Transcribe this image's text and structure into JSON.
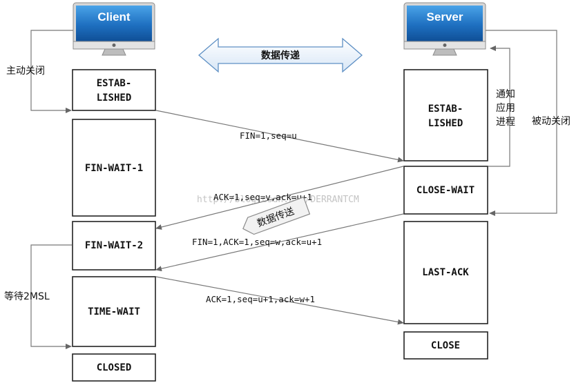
{
  "client": {
    "label": "Client"
  },
  "server": {
    "label": "Server"
  },
  "data_transfer_top": "数据传递",
  "data_transfer_mid": "数据传送",
  "watermark": "http://blog.csdn.net/DERRANTCM",
  "client_states": [
    {
      "lines": [
        "ESTAB-",
        "LISHED"
      ]
    },
    {
      "lines": [
        "FIN-WAIT-1"
      ]
    },
    {
      "lines": [
        "FIN-WAIT-2"
      ]
    },
    {
      "lines": [
        "TIME-WAIT"
      ]
    },
    {
      "lines": [
        "CLOSED"
      ]
    }
  ],
  "server_states": [
    {
      "lines": [
        "ESTAB-",
        "LISHED"
      ]
    },
    {
      "lines": [
        "CLOSE-WAIT"
      ]
    },
    {
      "lines": [
        "LAST-ACK"
      ]
    },
    {
      "lines": [
        "CLOSE"
      ]
    }
  ],
  "messages": [
    "FIN=1,seq=u",
    "ACK=1,seq=v,ack=u+1",
    "FIN=1,ACK=1,seq=w,ack=u+1",
    "ACK=1,seq=u+1,ack=w+1"
  ],
  "side_labels": {
    "active_close": "主动关闭",
    "notify_app": [
      "通知",
      "应用",
      "进程"
    ],
    "passive_close": "被动关闭",
    "wait_2msl": "等待2MSL"
  }
}
